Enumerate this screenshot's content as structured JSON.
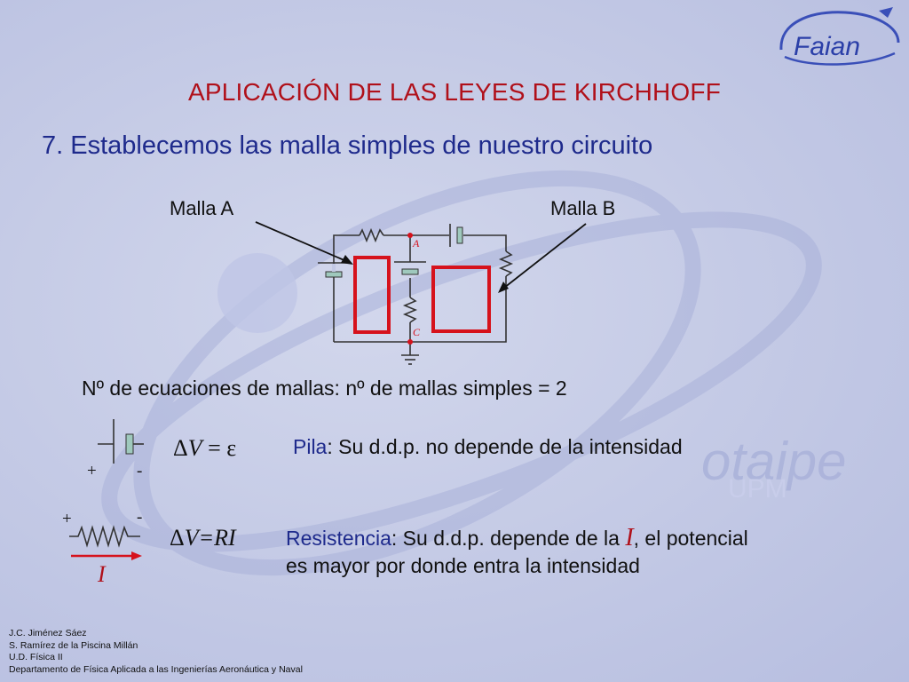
{
  "slide": {
    "logo_text": "Faian",
    "watermark_text": "otaipe",
    "watermark_sub": "UPM",
    "title": "APLICACIÓN DE LAS LEYES DE KIRCHHOFF",
    "subtitle": "7. Establecemos las malla simples de nuestro circuito"
  },
  "circuit": {
    "malla_a": "Malla A",
    "malla_b": "Malla B",
    "node_a": "A",
    "node_c": "C"
  },
  "equations_count": "Nº de ecuaciones de mallas: nº de mallas simples = 2",
  "pila": {
    "plus": "+",
    "minus": "-",
    "delta": "Δ",
    "v": "V",
    "rhs": " = ε",
    "key": "Pila",
    "desc": ": Su d.d.p. no depende de la intensidad"
  },
  "resistencia": {
    "plus": "+",
    "minus": "-",
    "current": "I",
    "delta": "Δ",
    "formula": "V=RI",
    "key": "Resistencia",
    "desc_a": ": Su d.d.p. depende de la ",
    "desc_i": "I",
    "desc_b": ", el potencial",
    "desc_line2": "es mayor por donde entra la intensidad"
  },
  "credits": [
    "J.C. Jiménez Sáez",
    "S. Ramírez de la Piscina Millán",
    "U.D. Física II",
    "Departamento de Física Aplicada a las Ingenierías Aeronáutica y Naval"
  ],
  "colors": {
    "title": "#b0101a",
    "subtitle": "#1e2a8c",
    "mesh": "#d6121c",
    "logo": "#2b3fa8"
  }
}
